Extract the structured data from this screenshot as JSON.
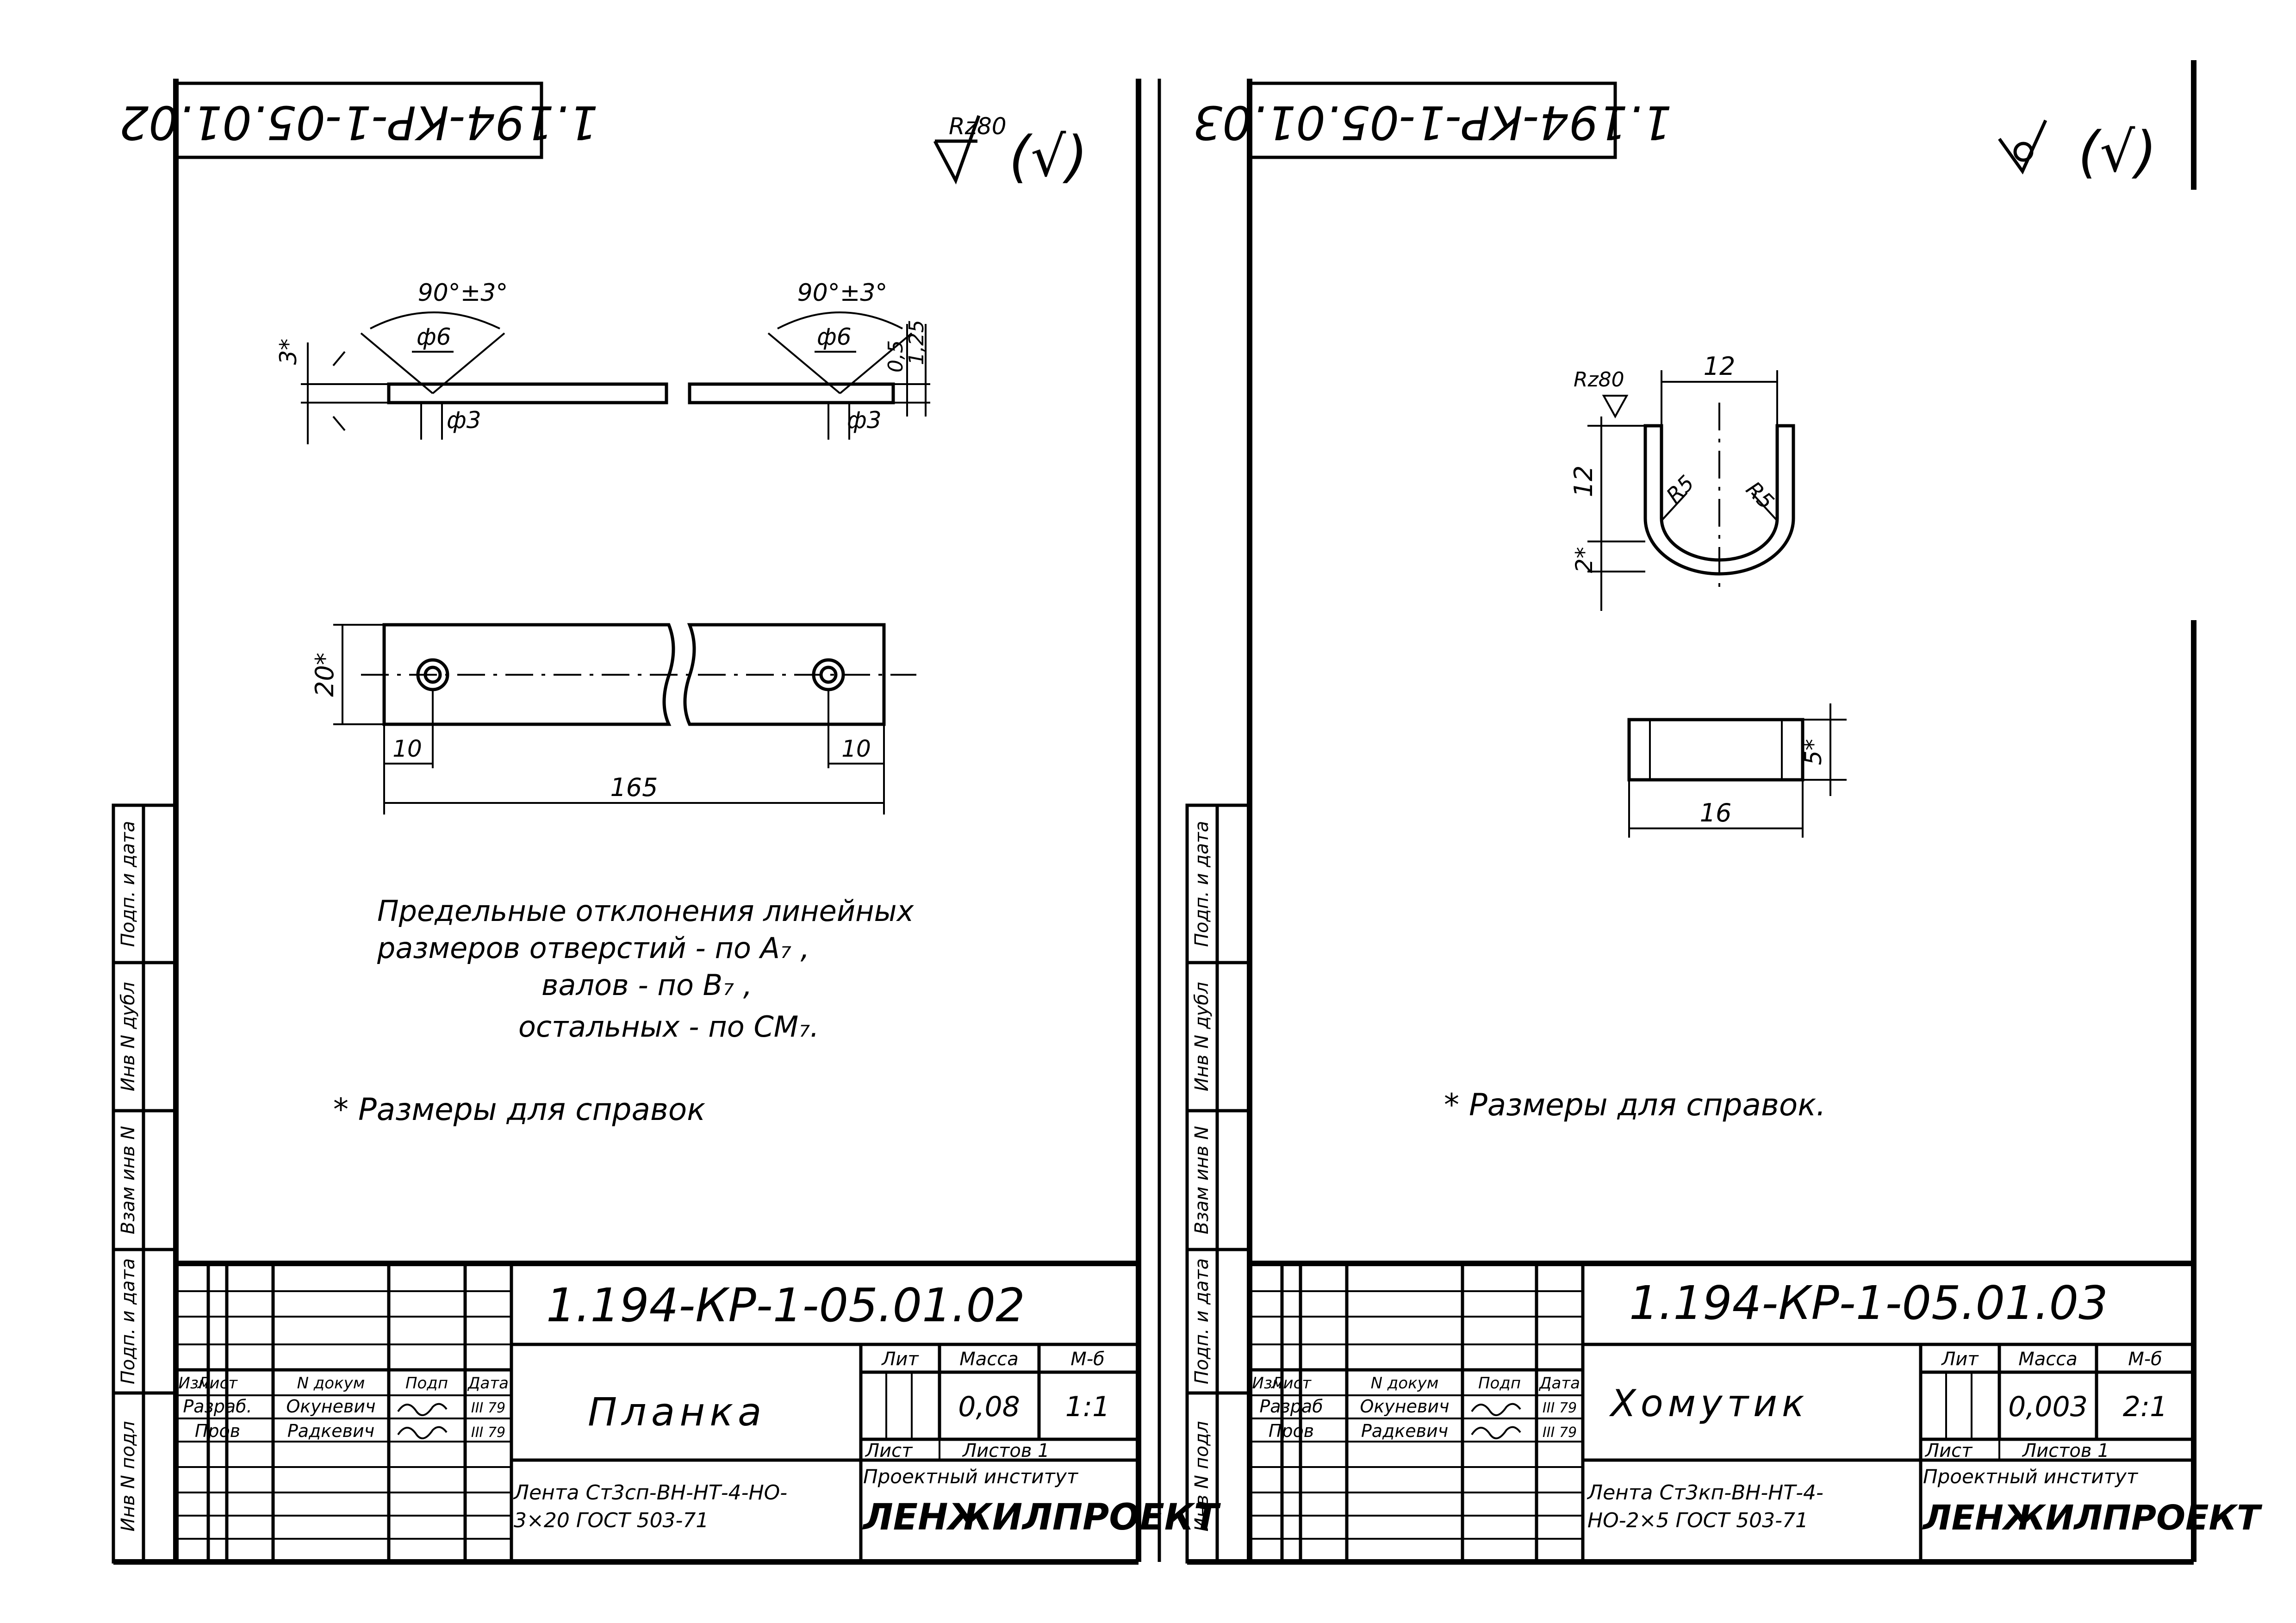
{
  "left_sheet": {
    "code_rotated": "1.194-КР-1-05.01.02",
    "roughness": "Rz80",
    "roughness_other": "(√)",
    "angle": "90°±3°",
    "dim_d6": "ф6",
    "dim_d3": "ф3",
    "dim_3star": "3*",
    "dim_05": "0,5",
    "dim_125": "1,25",
    "dim_20star": "20*",
    "dim_10": "10",
    "dim_165": "165",
    "notes": [
      "Предельные  отклонения  линейных",
      "размеров  отверстий  -  по  А₇ ,",
      "валов  -  по  В₇ ,",
      "остальных  -  по  СМ₇."
    ],
    "ref_note": "* Размеры  для  справок",
    "title_code": "1.194-КР-1-05.01.02",
    "part_name": "Планка",
    "material": [
      "Лента Ст3сп-ВН-НТ-4-НО-",
      "3×20 ГОСТ 503-71"
    ],
    "lit_label": "Лит",
    "mass_label": "Масса",
    "scale_label": "М-б",
    "mass_value": "0,08",
    "scale_value": "1:1",
    "sheet_label": "Лист",
    "sheets_label": "Листов  1",
    "institute": "Проектный институт",
    "company": "ЛЕНЖИЛПРОЕКТ",
    "hdr": [
      "Изм",
      "Лист",
      "N докум",
      "Подп",
      "Дата"
    ],
    "rows": [
      {
        "role": "Разраб.",
        "name": "Окуневич",
        "date": "III 79"
      },
      {
        "role": "Пров",
        "name": "Радкевич",
        "date": "III 79"
      }
    ]
  },
  "right_sheet": {
    "code_rotated": "1.194-КР-1-05.01.03",
    "roughness": "Rz80",
    "roughness_other": "(√)",
    "dim_12w": "12",
    "dim_12h": "12",
    "dim_r5a": "R5",
    "dim_r5b": "R5",
    "dim_2star": "2*",
    "dim_5star": "5*",
    "dim_16": "16",
    "ref_note": "* Размеры  для  справок.",
    "title_code": "1.194-КР-1-05.01.03",
    "part_name": "Хомутик",
    "material": [
      "Лента Ст3кп-ВН-НТ-4-",
      "НО-2×5 ГОСТ 503-71"
    ],
    "lit_label": "Лит",
    "mass_label": "Масса",
    "scale_label": "М-б",
    "mass_value": "0,003",
    "scale_value": "2:1",
    "sheet_label": "Лист",
    "sheets_label": "Листов  1",
    "institute": "Проектный институт",
    "company": "ЛЕНЖИЛПРОЕКТ",
    "hdr": [
      "Изм",
      "Лист",
      "N докум",
      "Подп",
      "Дата"
    ],
    "rows": [
      {
        "role": "Разраб",
        "name": "Окуневич",
        "date": "III 79"
      },
      {
        "role": "Пров",
        "name": "Радкевич",
        "date": "III 79"
      }
    ]
  },
  "side_labels": [
    "Инв N подл",
    "Подп. и дата",
    "Взам инв N",
    "Инв N дубл",
    "Подп. и дата"
  ]
}
